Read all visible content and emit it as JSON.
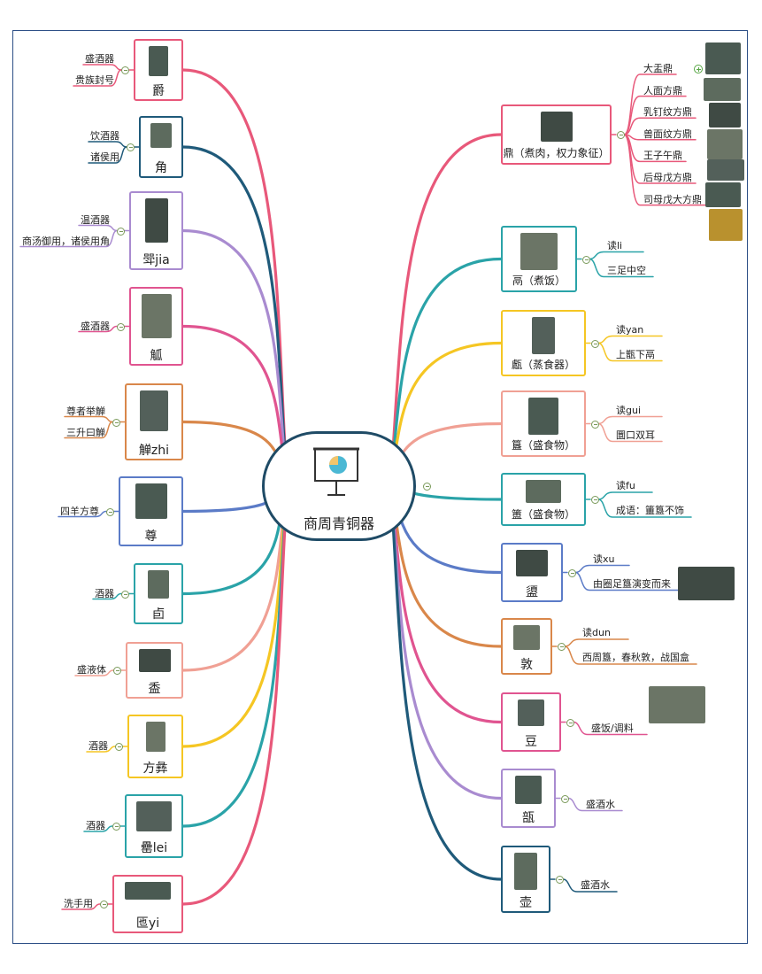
{
  "center": {
    "title": "商周青铜器",
    "icon": "presentation-chart-icon",
    "border_color": "#1f4b66"
  },
  "left_branches": [
    {
      "label": "爵",
      "color": "#e8587a",
      "leaves": [
        "盛酒器",
        "贵族封号"
      ]
    },
    {
      "label": "角",
      "color": "#1f5a7a",
      "leaves": [
        "饮酒器",
        "诸侯用"
      ]
    },
    {
      "label": "斝jia",
      "color": "#a98bd0",
      "leaves": [
        "温酒器",
        "商汤御用，诸侯用角"
      ]
    },
    {
      "label": "觚",
      "color": "#e05490",
      "leaves": [
        "盛酒器"
      ]
    },
    {
      "label": "觯zhi",
      "color": "#d9874a",
      "leaves": [
        "尊者举觯",
        "三升曰觯"
      ]
    },
    {
      "label": "尊",
      "color": "#5b7bc7",
      "leaves": [
        "四羊方尊"
      ]
    },
    {
      "label": "卣",
      "color": "#2aa3a8",
      "leaves": [
        "酒器"
      ]
    },
    {
      "label": "盉",
      "color": "#f0a094",
      "leaves": [
        "盛液体"
      ]
    },
    {
      "label": "方彝",
      "color": "#f5c623",
      "leaves": [
        "酒器"
      ]
    },
    {
      "label": "罍lei",
      "color": "#2aa3a8",
      "leaves": [
        "酒器"
      ]
    },
    {
      "label": "匜yi",
      "color": "#e8587a",
      "leaves": [
        "洗手用"
      ]
    }
  ],
  "right_branches": [
    {
      "label": "鼎（煮肉，权力象征）",
      "color": "#e8587a",
      "leaves": [
        "大盂鼎",
        "人面方鼎",
        "乳钉纹方鼎",
        "兽面纹方鼎",
        "王子午鼎",
        "后母戊方鼎",
        "司母戊大方鼎"
      ]
    },
    {
      "label": "鬲（煮饭）",
      "color": "#2aa3a8",
      "leaves": [
        "读li",
        "三足中空"
      ]
    },
    {
      "label": "甗（蒸食器）",
      "color": "#f5c623",
      "leaves": [
        "读yan",
        "上甑下鬲"
      ]
    },
    {
      "label": "簋（盛食物）",
      "color": "#f0a094",
      "leaves": [
        "读gui",
        "圜口双耳"
      ]
    },
    {
      "label": "簠（盛食物）",
      "color": "#2aa3a8",
      "leaves": [
        "读fu",
        "成语：簠簋不饰"
      ]
    },
    {
      "label": "盨",
      "color": "#5b7bc7",
      "leaves": [
        "读xu",
        "由圈足簋演变而来"
      ]
    },
    {
      "label": "敦",
      "color": "#d9874a",
      "leaves": [
        "读dun",
        "西周簋，春秋敦，战国盒"
      ]
    },
    {
      "label": "豆",
      "color": "#e05490",
      "leaves": [
        "盛饭/调料"
      ]
    },
    {
      "label": "瓿",
      "color": "#a98bd0",
      "leaves": [
        "盛酒水"
      ]
    },
    {
      "label": "壶",
      "color": "#1f5a7a",
      "leaves": [
        "盛酒水"
      ]
    }
  ]
}
